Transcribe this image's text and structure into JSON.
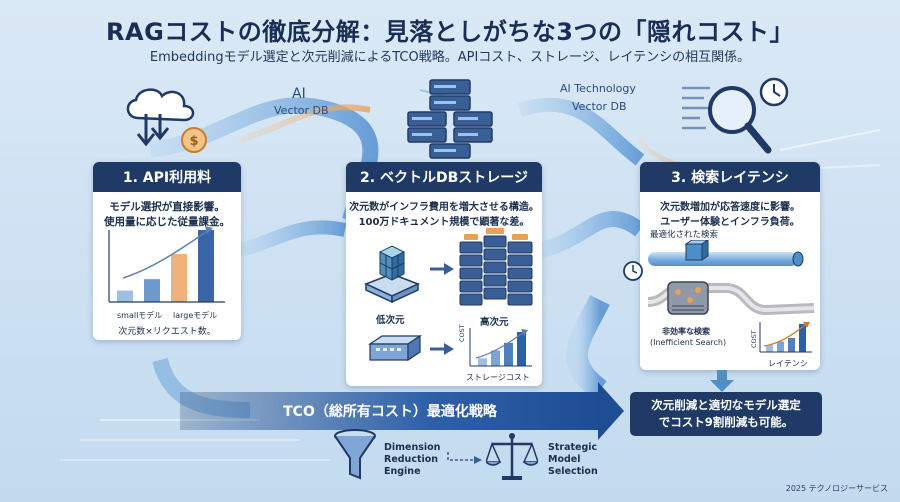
{
  "header": {
    "title": "RAGコストの徹底分解：見落としがちな3つの「隠れコスト」",
    "subtitle": "Embeddingモデル選定と次元削減によるTCO戦略。APIコスト、ストレージ、レイテンシの相互関係。"
  },
  "floating_labels": {
    "ai": "AI",
    "vector_db_left": "Vector DB",
    "ai_technology": "AI Technology",
    "vector_db_right": "Vector DB"
  },
  "card1": {
    "title": "1. API利用料",
    "desc_line1": "モデル選択が直接影響。",
    "desc_line2": "使用量に応じた従量課金。",
    "label_small": "smallモデル",
    "label_large": "largeモデル",
    "caption": "次元数×リクエスト数。"
  },
  "card2": {
    "title": "2. ベクトルDBストレージ",
    "desc_line1": "次元数がインフラ費用を増大させる構造。",
    "desc_line2": "100万ドキュメント規模で顕著な差。",
    "label_low": "低次元",
    "label_high": "高次元",
    "cost_axis": "COST",
    "cost_caption": "ストレージコスト"
  },
  "card3": {
    "title": "3. 検索レイテンシ",
    "desc_line1": "次元数増加が応答速度に影響。",
    "desc_line2": "ユーザー体験とインフラ負荷。",
    "optimized": "最適化された検索",
    "inefficient_line1": "非効率な検索",
    "inefficient_line2": "(Inefficient Search)",
    "cost_axis": "COST",
    "latency": "レイテンシ"
  },
  "tco": {
    "label": "TCO（総所有コスト）最適化戦略",
    "result_line1": "次元削減と適切なモデル選定",
    "result_line2": "でコスト9割削減も可能。"
  },
  "bottom": {
    "engine_line1": "Dimension",
    "engine_line2": "Reduction",
    "engine_line3": "Engine",
    "strategic_line1": "Strategic",
    "strategic_line2": "Model",
    "strategic_line3": "Selection"
  },
  "footer": {
    "credit": "2025 テクノロジーサービス"
  },
  "chart_data": [
    {
      "type": "bar",
      "categories": [
        "smallモデル",
        "",
        "largeモデル",
        ""
      ],
      "values": [
        1,
        2,
        4.2,
        6.3
      ]
    },
    {
      "type": "bar",
      "categories": [
        "",
        "",
        "",
        ""
      ],
      "values": [
        1,
        2,
        3,
        4.4
      ],
      "xlabel": "ストレージコスト",
      "ylabel": "COST"
    },
    {
      "type": "bar",
      "categories": [
        "",
        "",
        "",
        ""
      ],
      "values": [
        1,
        1.5,
        2,
        4
      ],
      "xlabel": "レイテンシ",
      "ylabel": "COST"
    }
  ],
  "colors": {
    "navy": "#1f3a66",
    "accent_blue": "#2d5fa8",
    "orange": "#e8a05a",
    "light_blue": "#7fb0e0"
  }
}
